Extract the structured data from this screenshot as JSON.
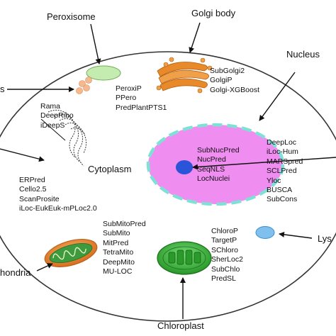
{
  "organelles": {
    "peroxisome": "Peroxisome",
    "golgi": "Golgi body",
    "nucleus": "Nucleus",
    "cytoplasm": "Cytoplasm",
    "chloroplast": "Chloroplast",
    "lysosome_partial": "Lys",
    "mitochondria_partial": "hondria",
    "ribosome_partial": "s"
  },
  "tools": {
    "peroxisome": [
      "PeroxiP",
      "PPero",
      "PredPlantPTS1"
    ],
    "golgi": [
      "SubGolgi2",
      "GolgiP",
      "Golgi-XGBoost"
    ],
    "ribosome": [
      "Rama",
      "DeepRibo",
      "iDeepS"
    ],
    "er": [
      "ERPred",
      "Cello2.5",
      "ScanProsite",
      "iLoc-EukEuk-mPLoc2.0"
    ],
    "nucleus_inner": [
      "SubNucPred",
      "NucPred",
      "SeqNLS",
      "LocNuclei"
    ],
    "nucleus_outer": [
      "DeepLoc",
      "iLoc-Hum",
      "MARSpred",
      "SCLPred",
      "Yloc",
      "BUSCA",
      "SubCons"
    ],
    "mitochondria": [
      "SubMitoPred",
      "SubMito",
      "MitPred",
      "TetraMito",
      "DeepMito",
      "MU-LOC"
    ],
    "chloroplast": [
      "ChloroP",
      "TargetP",
      "SChloro",
      "SherLoc2",
      "SubChlo",
      "PredSL"
    ]
  },
  "colors": {
    "cell_outline": "#333333",
    "peroxisome_fill": "#c5ecb0",
    "vesicle_fill": "#f6b98d",
    "golgi_fill": "#e88a2a",
    "nucleus_fill": "#f08df0",
    "nuclear_envelope": "#7fe0d5",
    "nucleolus_fill": "#2a55d8",
    "lysosome_fill": "#7fc0ee",
    "mito_outer": "#e8782a",
    "mito_inner": "#2f8f2f",
    "chloroplast_fill": "#3fb83f"
  }
}
